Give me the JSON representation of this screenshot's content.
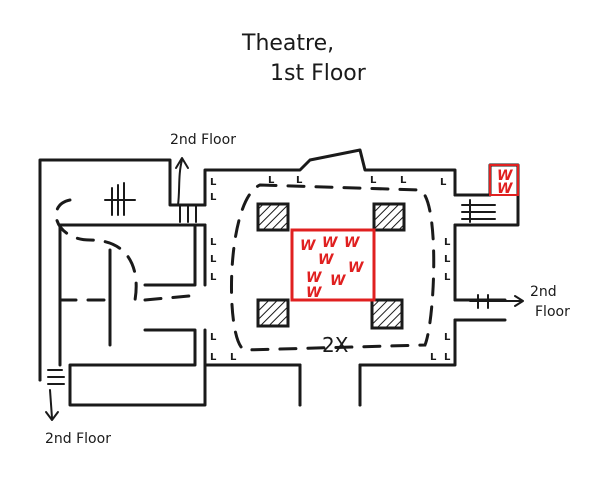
{
  "title": {
    "line1": "Theatre,",
    "line2": "1st Floor"
  },
  "labels": {
    "stairs_top": "2nd Floor",
    "stairs_right_1": "2nd",
    "stairs_right_2": "Floor",
    "stairs_bottom": "2nd Floor",
    "multiplier": "2X"
  },
  "marks": {
    "light": "L",
    "water": "W"
  },
  "colors": {
    "ink": "#1a1a1a",
    "water": "#e02020",
    "pillar_hatch": "#1a1a1a"
  }
}
